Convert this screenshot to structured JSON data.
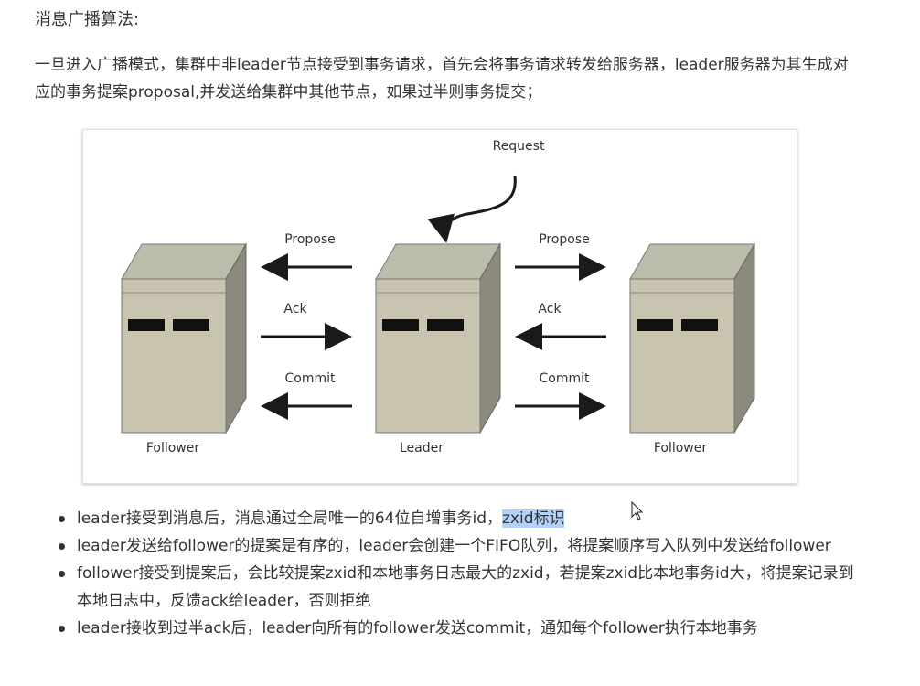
{
  "heading": "消息广播算法:",
  "intro": "一旦进入广播模式，集群中非leader节点接受到事务请求，首先会将事务请求转发给服务器，leader服务器为其生成对应的事务提案proposal,并发送给集群中其他节点，如果过半则事务提交；",
  "diagram": {
    "request": "Request",
    "left_propose": "Propose",
    "left_ack": "Ack",
    "left_commit": "Commit",
    "right_propose": "Propose",
    "right_ack": "Ack",
    "right_commit": "Commit",
    "server_left": "Follower",
    "server_center": "Leader",
    "server_right": "Follower",
    "colors": {
      "server_front": "#c8c4b0",
      "server_top": "#bcbcaa",
      "server_side": "#8c8a7c",
      "arrow": "#1a1a1a"
    }
  },
  "bullets": [
    {
      "text": "leader接受到消息后，消息通过全局唯一的64位自增事务id，",
      "highlight": "zxid标识"
    },
    {
      "text": "leader发送给follower的提案是有序的，leader会创建一个FIFO队列，将提案顺序写入队列中发送给follower"
    },
    {
      "text": "follower接受到提案后，会比较提案zxid和本地事务日志最大的zxid，若提案zxid比本地事务id大，将提案记录到本地日志中，反馈ack给leader，否则拒绝"
    },
    {
      "text": "leader接收到过半ack后，leader向所有的follower发送commit，通知每个follower执行本地事务"
    }
  ],
  "icons": {
    "cursor": "mouse-pointer-icon"
  }
}
